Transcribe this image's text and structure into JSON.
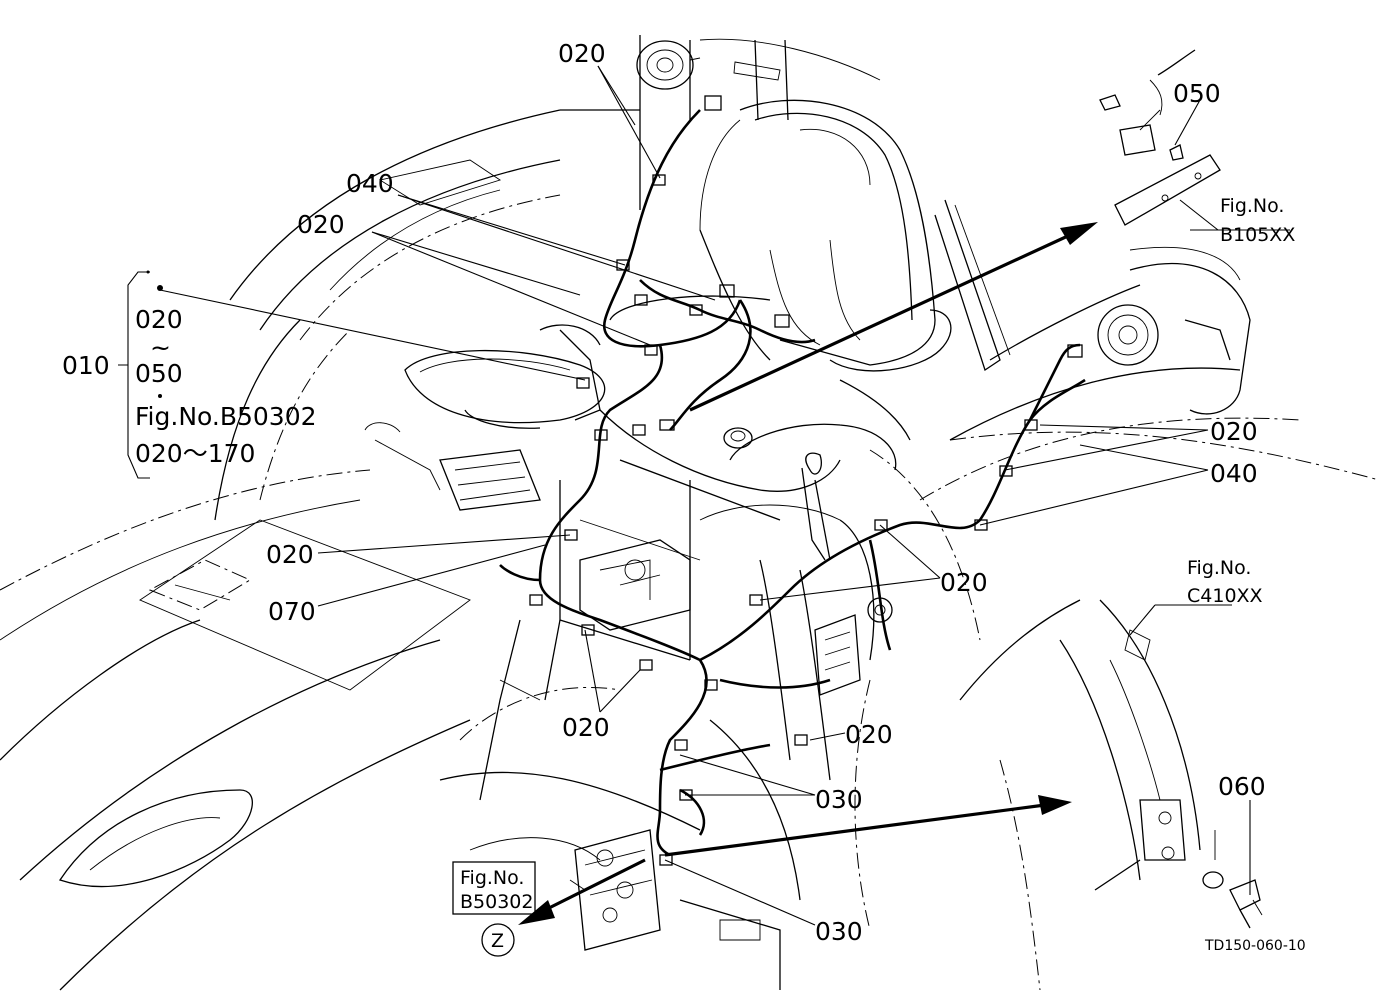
{
  "callouts": {
    "c020_top": "020",
    "c040_left": "040",
    "c020_left": "020",
    "c050": "050",
    "c020_right": "020",
    "c040_right": "040",
    "c020_left_mid": "020",
    "c070": "070",
    "c020_center_right": "020",
    "c020_lower": "020",
    "c020_lower_right": "020",
    "c030_upper": "030",
    "c030_lower": "030",
    "c060": "060"
  },
  "group_010": {
    "label": "010",
    "line1": "020",
    "tilde": "~",
    "line2": "050",
    "line3": "Fig.No.B50302",
    "line4": "020～170"
  },
  "figrefs": {
    "b105": {
      "line1": "Fig.No.",
      "line2": "B105XX"
    },
    "c410": {
      "line1": "Fig.No.",
      "line2": "C410XX"
    },
    "b50302": {
      "line1": "Fig.No.",
      "line2": "B50302"
    }
  },
  "view_marker": "Z",
  "drawing_code": "TD150-060-10"
}
